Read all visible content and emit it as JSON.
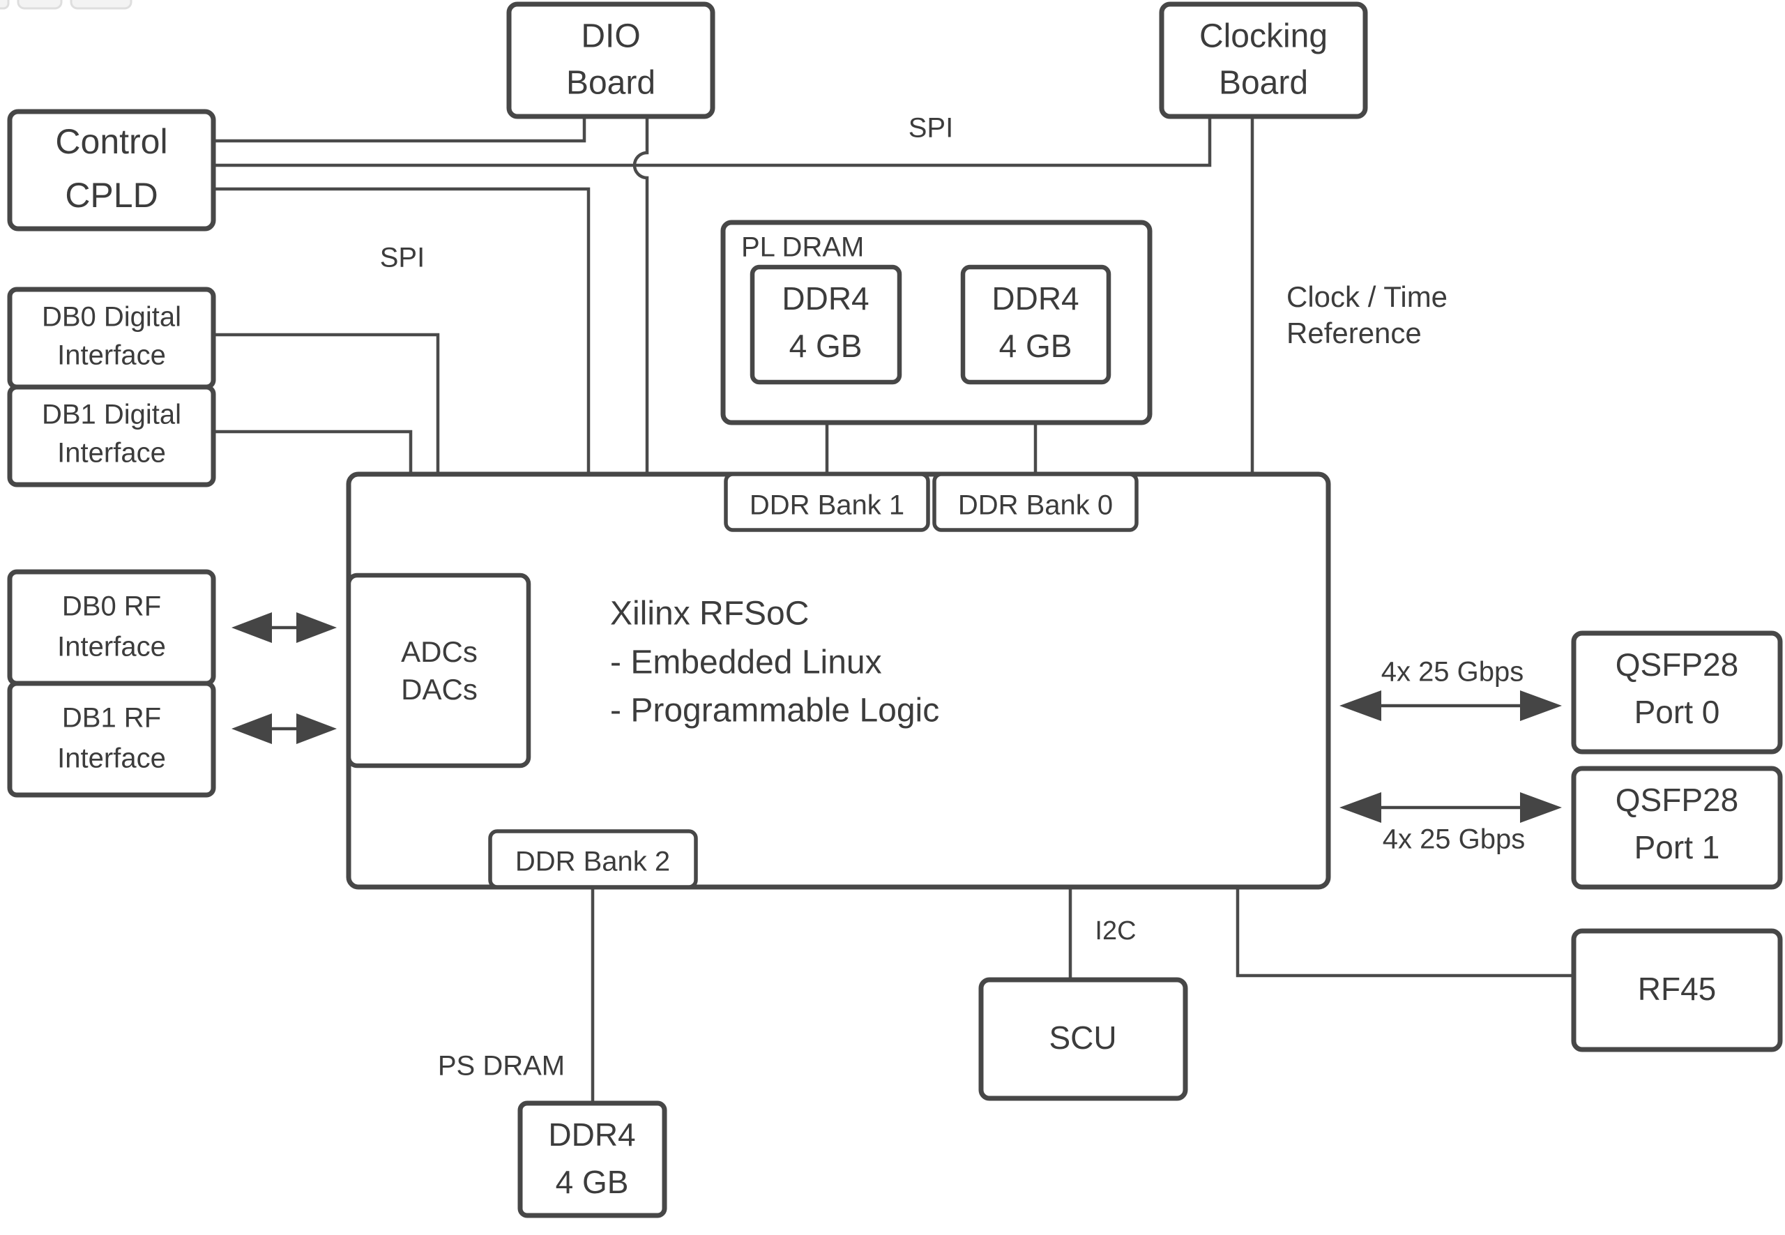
{
  "diagram": {
    "type": "hardware-block-diagram",
    "colors": {
      "background": "#ffffff",
      "box_border": "#474747",
      "wire": "#4a4a4a",
      "text": "#3c3c3c",
      "logo_fragment_fill": "#f3f3f3"
    },
    "nodes": {
      "control_cpld": {
        "line1": "Control",
        "line2": "CPLD"
      },
      "dio_board": {
        "line1": "DIO",
        "line2": "Board"
      },
      "clocking_board": {
        "line1": "Clocking",
        "line2": "Board"
      },
      "pl_dram": {
        "label": "PL DRAM"
      },
      "ddr4_pl_1": {
        "line1": "DDR4",
        "line2": "4 GB"
      },
      "ddr4_pl_0": {
        "line1": "DDR4",
        "line2": "4 GB"
      },
      "db0_digital": {
        "line1": "DB0 Digital",
        "line2": "Interface"
      },
      "db1_digital": {
        "line1": "DB1 Digital",
        "line2": "Interface"
      },
      "db0_rf": {
        "line1": "DB0 RF",
        "line2": "Interface"
      },
      "db1_rf": {
        "line1": "DB1 RF",
        "line2": "Interface"
      },
      "rfsoc": {
        "line1": "Xilinx RFSoC",
        "line2": "- Embedded Linux",
        "line3": "- Programmable Logic"
      },
      "adcs_dacs": {
        "line1": "ADCs",
        "line2": "DACs"
      },
      "ddr_bank1": {
        "label": "DDR Bank 1"
      },
      "ddr_bank0": {
        "label": "DDR Bank 0"
      },
      "ddr_bank2": {
        "label": "DDR Bank 2"
      },
      "qsfp_port0": {
        "line1": "QSFP28",
        "line2": "Port 0"
      },
      "qsfp_port1": {
        "line1": "QSFP28",
        "line2": "Port 1"
      },
      "rf45": {
        "label": "RF45"
      },
      "scu": {
        "label": "SCU"
      },
      "ddr4_ps": {
        "line1": "DDR4",
        "line2": "4 GB"
      }
    },
    "edge_labels": {
      "spi_top": "SPI",
      "spi_left": "SPI",
      "clock_time_line1": "Clock / Time",
      "clock_time_line2": "Reference",
      "qsfp0_rate": "4x 25 Gbps",
      "qsfp1_rate": "4x 25 Gbps",
      "i2c": "I2C",
      "ps_dram": "PS DRAM"
    }
  }
}
